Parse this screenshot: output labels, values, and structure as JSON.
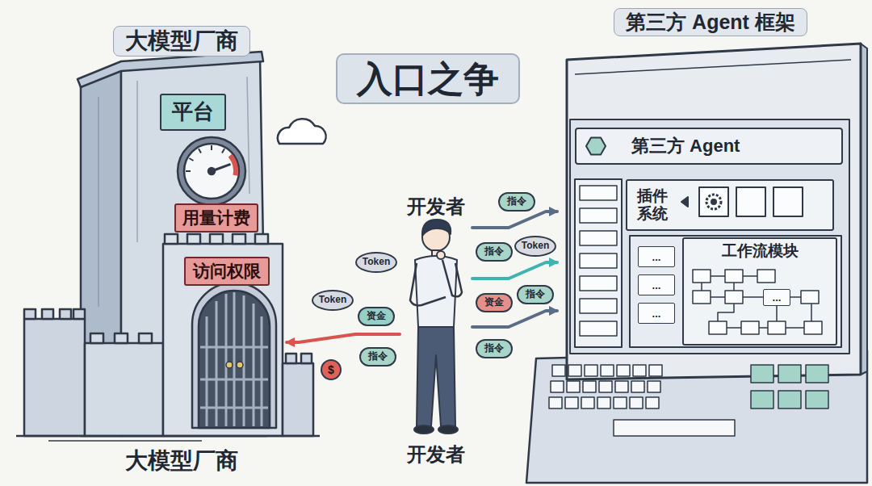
{
  "diagram": {
    "title": "入口之争",
    "nodes": [
      {
        "text": [
          "大模型厂商",
          "大模型厂商"
        ]
      },
      {
        "text": [
          "平台"
        ],
        "in": 0
      },
      {
        "text": [
          "用量计费"
        ],
        "in": 0
      },
      {
        "text": [
          "访问权限"
        ],
        "in": 0
      },
      {
        "text": [
          "开发者",
          "开发者"
        ]
      },
      {
        "text": [
          "第三方 Agent 框架"
        ]
      },
      {
        "text": [
          "第三方 Agent"
        ],
        "in": 5
      },
      {
        "text": [
          "插件 系统"
        ],
        "in": 5
      },
      {
        "text": [
          "..."
        ],
        "in": 5
      },
      {
        "text": [
          "..."
        ],
        "in": 5
      },
      {
        "text": [
          "..."
        ],
        "in": 5
      },
      {
        "text": [
          "工作流模块"
        ],
        "in": 5
      },
      {
        "text": [
          "..."
        ],
        "in": 11
      },
      {
        "text": [
          "Token"
        ]
      },
      {
        "text": [
          "Token"
        ]
      },
      {
        "text": [
          "资金"
        ]
      },
      {
        "text": [
          "指令"
        ]
      },
      {
        "text": [
          "$"
        ]
      },
      {
        "text": [
          "指令"
        ]
      },
      {
        "text": [
          "Token"
        ]
      },
      {
        "text": [
          "指令"
        ]
      },
      {
        "text": [
          "资金"
        ]
      },
      {
        "text": [
          "指令"
        ]
      },
      {
        "text": [
          "指令"
        ]
      }
    ],
    "edges": [
      {
        "from": 4,
        "to": 0,
        "arrow": "to"
      },
      {
        "from": 4,
        "to": 5,
        "arrow": "to"
      },
      {
        "from": 4,
        "to": 5,
        "arrow": "to"
      },
      {
        "from": 4,
        "to": 5,
        "arrow": "to"
      }
    ]
  }
}
